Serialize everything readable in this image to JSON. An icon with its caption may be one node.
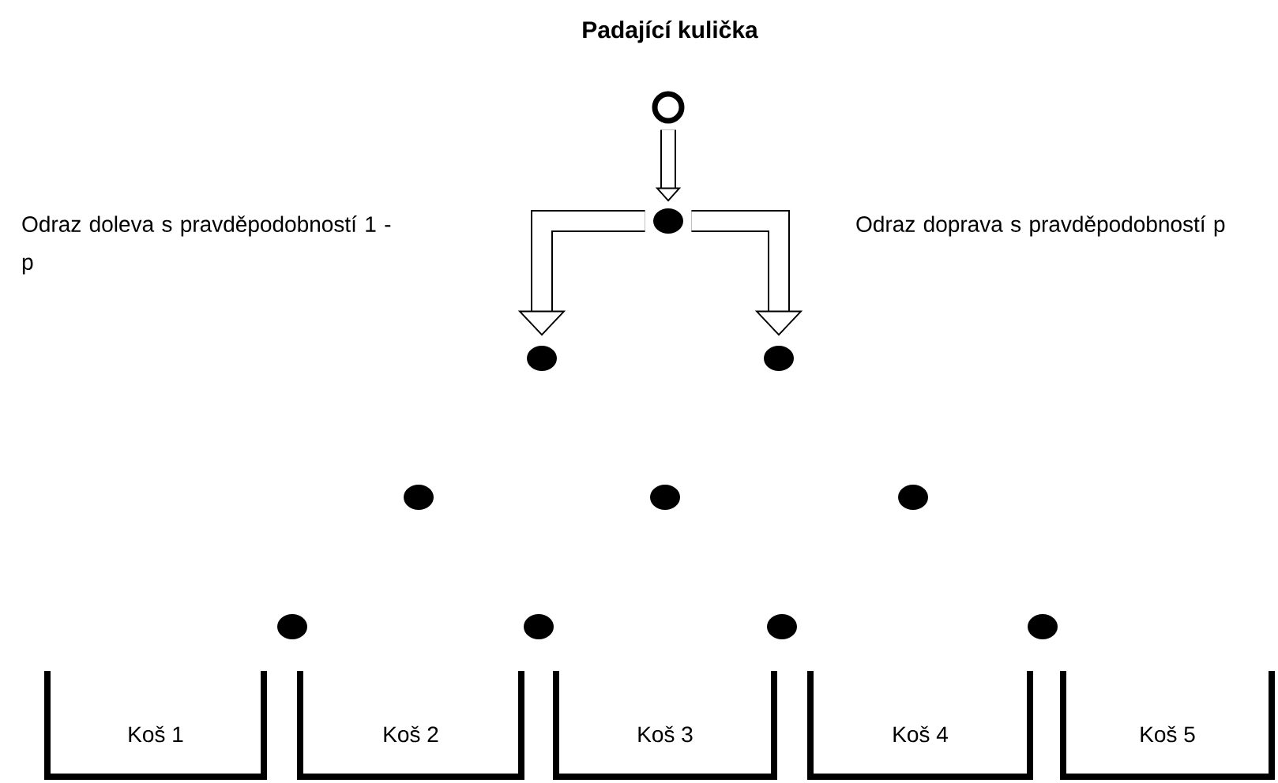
{
  "diagram": {
    "title": "Padající kulička",
    "nodes": [
      {
        "text": [],
        "shape": "ring"
      },
      {
        "text": [],
        "shape": "circle"
      },
      {
        "text": [],
        "shape": "circle"
      },
      {
        "text": [],
        "shape": "circle"
      },
      {
        "text": [],
        "shape": "circle"
      },
      {
        "text": [],
        "shape": "circle"
      },
      {
        "text": [],
        "shape": "circle"
      },
      {
        "text": [],
        "shape": "circle"
      },
      {
        "text": [],
        "shape": "circle"
      },
      {
        "text": [],
        "shape": "circle"
      },
      {
        "text": [],
        "shape": "circle"
      },
      {
        "text": [
          "Koš 1"
        ]
      },
      {
        "text": [
          "Koš 2"
        ]
      },
      {
        "text": [
          "Koš 3"
        ]
      },
      {
        "text": [
          "Koš 4"
        ]
      },
      {
        "text": [
          "Koš 5"
        ]
      }
    ],
    "edges": [
      {
        "from": 0,
        "to": 1,
        "arrow": "to"
      },
      {
        "from": 1,
        "to": 2,
        "arrow": "to"
      },
      {
        "from": 1,
        "to": 3,
        "arrow": "to"
      }
    ],
    "labels": [
      "Odraz doleva s pravděpodobností 1 - p",
      "Odraz doprava s pravděpodobností p"
    ]
  }
}
